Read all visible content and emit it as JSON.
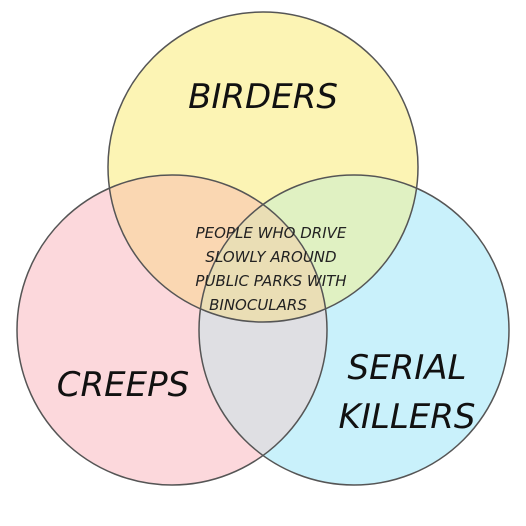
{
  "sets": {
    "top": {
      "label": "BIRDERS",
      "color": "#fcf4b4"
    },
    "left": {
      "label": "CREEPS",
      "color": "#fcd8dc"
    },
    "right": {
      "label_line1": "SERIAL",
      "label_line2": "KILLERS",
      "color": "#c9f1fb"
    }
  },
  "intersection": {
    "lines": [
      "PEOPLE WHO DRIVE",
      "SLOWLY AROUND",
      "PUBLIC PARKS WITH",
      "BINOCULARS"
    ]
  },
  "colors": {
    "stroke": "#555555",
    "top_left_overlap": "#fad7b2",
    "top_right_overlap": "#e0f1c2",
    "left_right_overlap": "#dfdfe3",
    "center_overlap": "#eadeb5"
  }
}
